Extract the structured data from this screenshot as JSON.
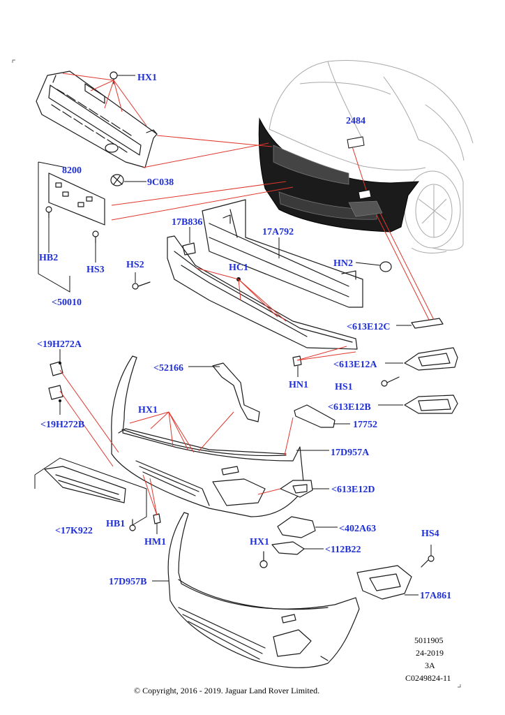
{
  "callouts": {
    "hx1_top": "HX1",
    "c8200": "8200",
    "c9c038": "9C038",
    "c2484": "2484",
    "hb2": "HB2",
    "hs3": "HS3",
    "c50010": "<50010",
    "c17b836": "17B836",
    "c17a792": "17A792",
    "hs2": "HS2",
    "hc1": "HC1",
    "hn2": "HN2",
    "c613e12c": "<613E12C",
    "c19h272a": "<19H272A",
    "c52166": "<52166",
    "hn1": "HN1",
    "c613e12a": "<613E12A",
    "hs1": "HS1",
    "c613e12b": "<613E12B",
    "c19h272b": "<19H272B",
    "hx1_mid": "HX1",
    "c17752": "17752",
    "c17d957a": "17D957A",
    "c613e12d": "<613E12D",
    "c17k922": "<17K922",
    "hb1": "HB1",
    "c402a63": "<402A63",
    "hm1": "HM1",
    "hx1_low": "HX1",
    "c112b22": "<112B22",
    "hs4": "HS4",
    "c17d957b": "17D957B",
    "c17a861": "17A861"
  },
  "reference": {
    "number": "5011905",
    "date": "24-2019",
    "revision": "3A",
    "code": "C0249824-11"
  },
  "copyright": "© Copyright, 2016 - 2019. Jaguar Land Rover Limited.",
  "colors": {
    "label": "#1f2fd6",
    "leader_red": "#e0362c",
    "outline": "#1a1a1a",
    "car_grey": "#a8a8a8"
  }
}
